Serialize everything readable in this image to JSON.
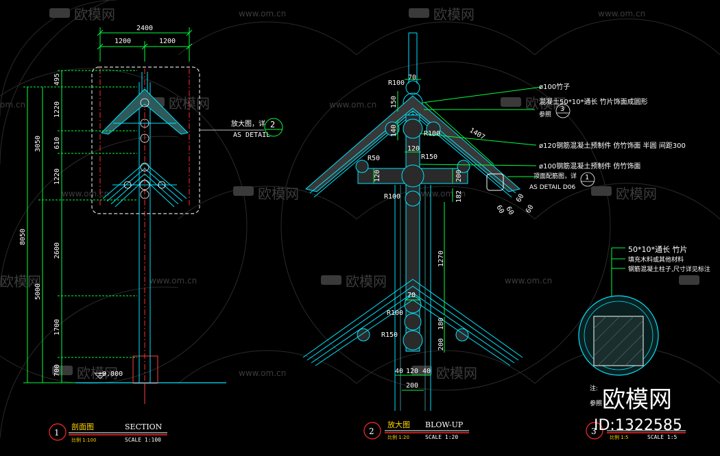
{
  "watermark": {
    "brand": "欧模网",
    "url": "www.om.cn",
    "url_partial": "om.cn",
    "id_label": "ID:1322585"
  },
  "section_view": {
    "dims_top": [
      "2400",
      "1200",
      "1200"
    ],
    "dims_vertical": [
      "495",
      "1220",
      "610",
      "1220",
      "2600",
      "1700",
      "700"
    ],
    "dims_overall": [
      "3050",
      "8050",
      "5000"
    ],
    "level": "±0.000",
    "callout_text_cn": "放大图，详",
    "callout_text_en": "AS DETAIL",
    "callout_num": "2"
  },
  "blowup_view": {
    "dims": [
      "70",
      "R100",
      "150",
      "140",
      "R100",
      "120",
      "R150",
      "R50",
      "120",
      "200",
      "R100",
      "182",
      "1270",
      "1407",
      "70",
      "R100",
      "R150",
      "180",
      "200",
      "40",
      "120",
      "40",
      "200",
      "60",
      "60",
      "60",
      "60"
    ],
    "notes": [
      "ø100竹子",
      "混凝土50*10*通长 竹片饰面成圆形",
      "参照",
      "ø120钢筋混凝土预制件 仿竹饰面 半圆 间距300",
      "ø100钢筋混凝土预制件 仿竹饰面",
      "顶面配筋图，详",
      "AS DETAIL D06"
    ],
    "note_callout_num_3": "3",
    "note_callout_num_1": "1"
  },
  "detail_view": {
    "notes": [
      "50*10*通长 竹片",
      "填充木料或其他材料",
      "钢筋混凝土柱子,尺寸详见标注"
    ],
    "footnote_1": "注:",
    "footnote_2": "参照"
  },
  "title_blocks": [
    {
      "num": "1",
      "cn": "剖面图",
      "en": "SECTION",
      "scale_cn": "比例 1:100",
      "scale_en": "SCALE 1:100"
    },
    {
      "num": "2",
      "cn": "放大图",
      "en": "BLOW-UP",
      "scale_cn": "比例 1:20",
      "scale_en": "SCALE 1:20"
    },
    {
      "num": "3",
      "cn": "",
      "en": "",
      "scale_cn": "比例 1:5",
      "scale_en": "SCALE 1:5"
    }
  ]
}
